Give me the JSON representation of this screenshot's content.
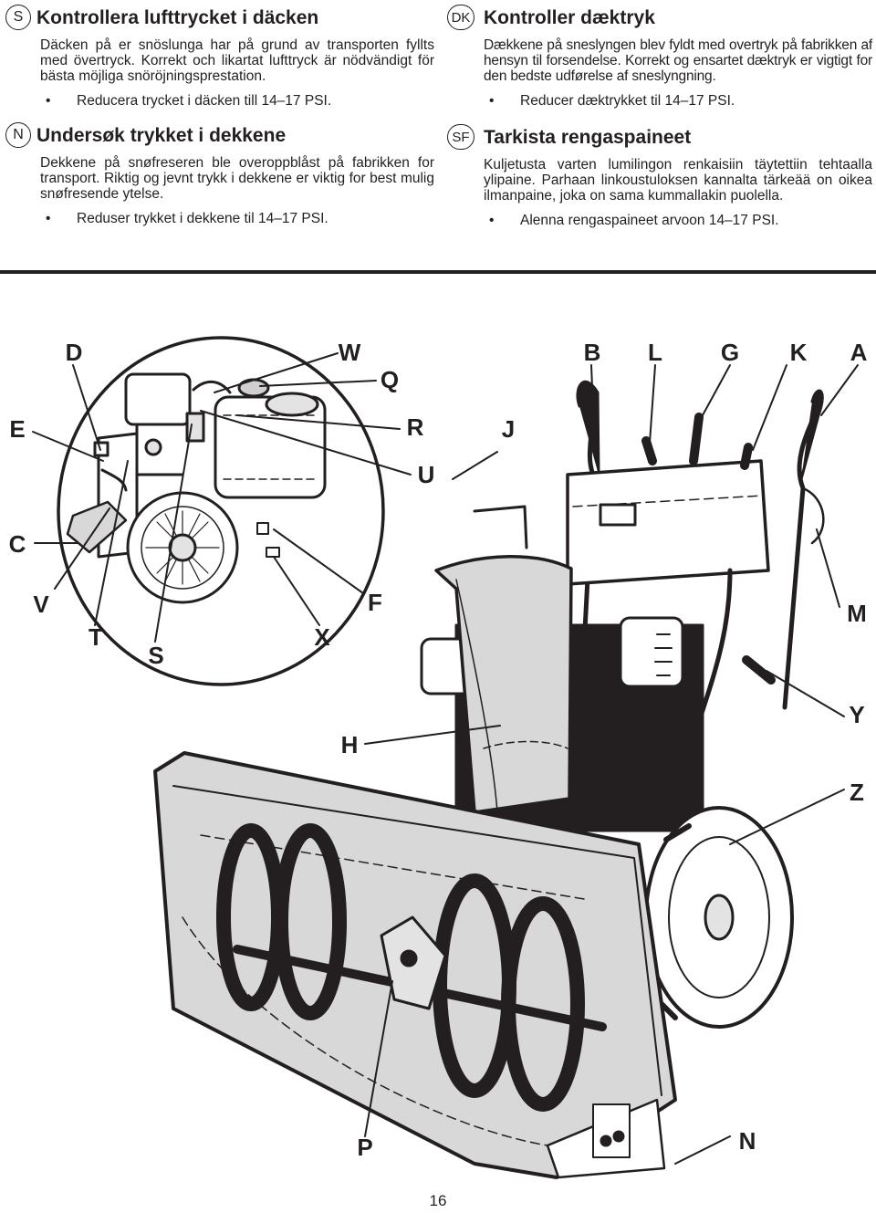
{
  "sections": {
    "sv": {
      "badge": "S",
      "title": "Kontrollera lufttrycket i däcken",
      "body": "Däcken på er snöslunga har på grund av transporten fyllts med övertryck. Korrekt och likartat lufttryck är nödvändigt för bästa möjliga snöröjningsprestation.",
      "bullet": "Reducera trycket i däcken till 14–17 PSI."
    },
    "no": {
      "badge": "N",
      "title": "Undersøk trykket i dekkene",
      "body": "Dekkene på snøfreseren ble overoppblåst på fabrikken for transport. Riktig og jevnt trykk i dekkene er viktig for best mulig snøfresende ytelse.",
      "bullet": "Reduser trykket i dekkene til 14–17 PSI."
    },
    "dk": {
      "badge": "DK",
      "title": "Kontroller dæktryk",
      "body": "Dækkene på sneslyngen blev fyldt med overtryk på fabrikken af hensyn til forsendelse. Korrekt og ensartet dæktryk er vigtigt for den bedste udførelse af sneslyngning.",
      "bullet": "Reducer dæktrykket til 14–17 PSI."
    },
    "fi": {
      "badge": "SF",
      "title": "Tarkista rengaspaineet",
      "body": "Kuljetusta varten lumilingon renkaisiin täytettiin tehtaalla ylipaine. Parhaan linkoustuloksen kannalta tärkeää on oikea ilmanpaine, joka on sama kummallakin puolella.",
      "bullet": "Alenna rengaspaineet arvoon 14–17 PSI."
    }
  },
  "bullet_symbol": "•",
  "figure": {
    "callouts": {
      "D": "D",
      "W": "W",
      "Q": "Q",
      "E": "E",
      "R": "R",
      "U": "U",
      "J": "J",
      "B": "B",
      "L": "L",
      "G": "G",
      "K": "K",
      "A": "A",
      "C": "C",
      "V": "V",
      "F": "F",
      "M": "M",
      "T": "T",
      "S": "S",
      "X": "X",
      "Y": "Y",
      "H": "H",
      "Z": "Z",
      "P": "P",
      "N": "N"
    }
  },
  "page_number": "16"
}
